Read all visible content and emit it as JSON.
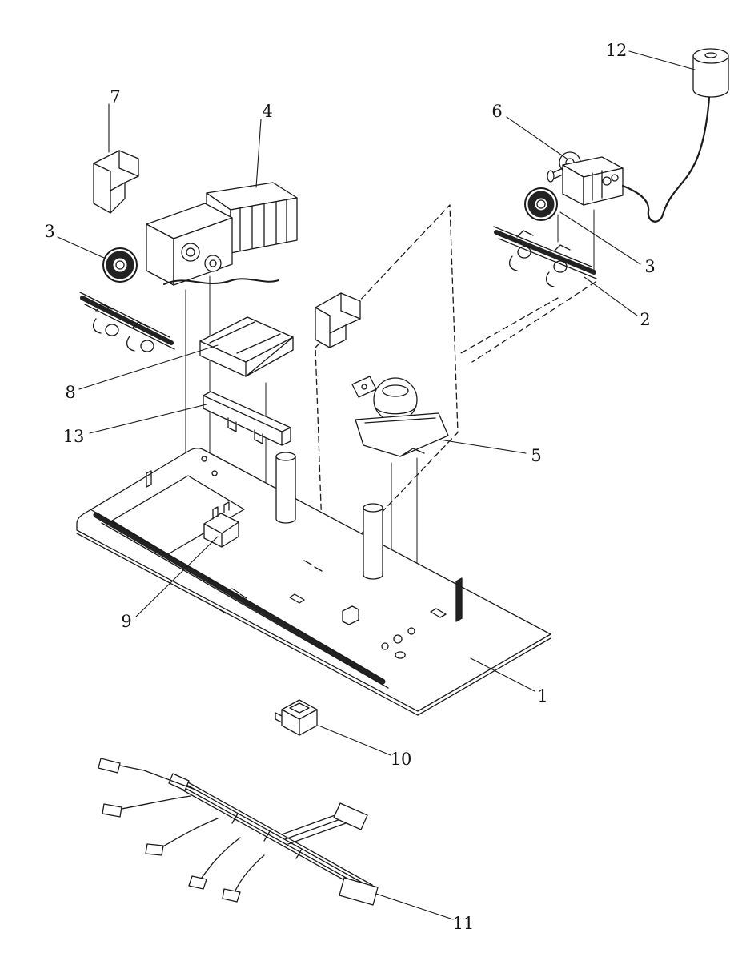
{
  "diagram": {
    "type": "exploded-parts-diagram",
    "background_color": "#ffffff",
    "line_color": "#1a1a1a",
    "callouts": [
      {
        "label": "12",
        "part": "run-capacitor"
      },
      {
        "label": "7",
        "part": "stepped-bracket"
      },
      {
        "label": "4",
        "part": "control-housing"
      },
      {
        "label": "6",
        "part": "thermostat"
      },
      {
        "label": "3",
        "part": "grommet-left"
      },
      {
        "label": "3",
        "part": "grommet-right"
      },
      {
        "label": "2",
        "part": "mounting-rail-right"
      },
      {
        "label": "8",
        "part": "insulation-block"
      },
      {
        "label": "13",
        "part": "support-bracket"
      },
      {
        "label": "5",
        "part": "damper-assembly"
      },
      {
        "label": "9",
        "part": "clip-bracket"
      },
      {
        "label": "1",
        "part": "base-panel"
      },
      {
        "label": "10",
        "part": "switch"
      },
      {
        "label": "11",
        "part": "wire-harness"
      }
    ]
  }
}
